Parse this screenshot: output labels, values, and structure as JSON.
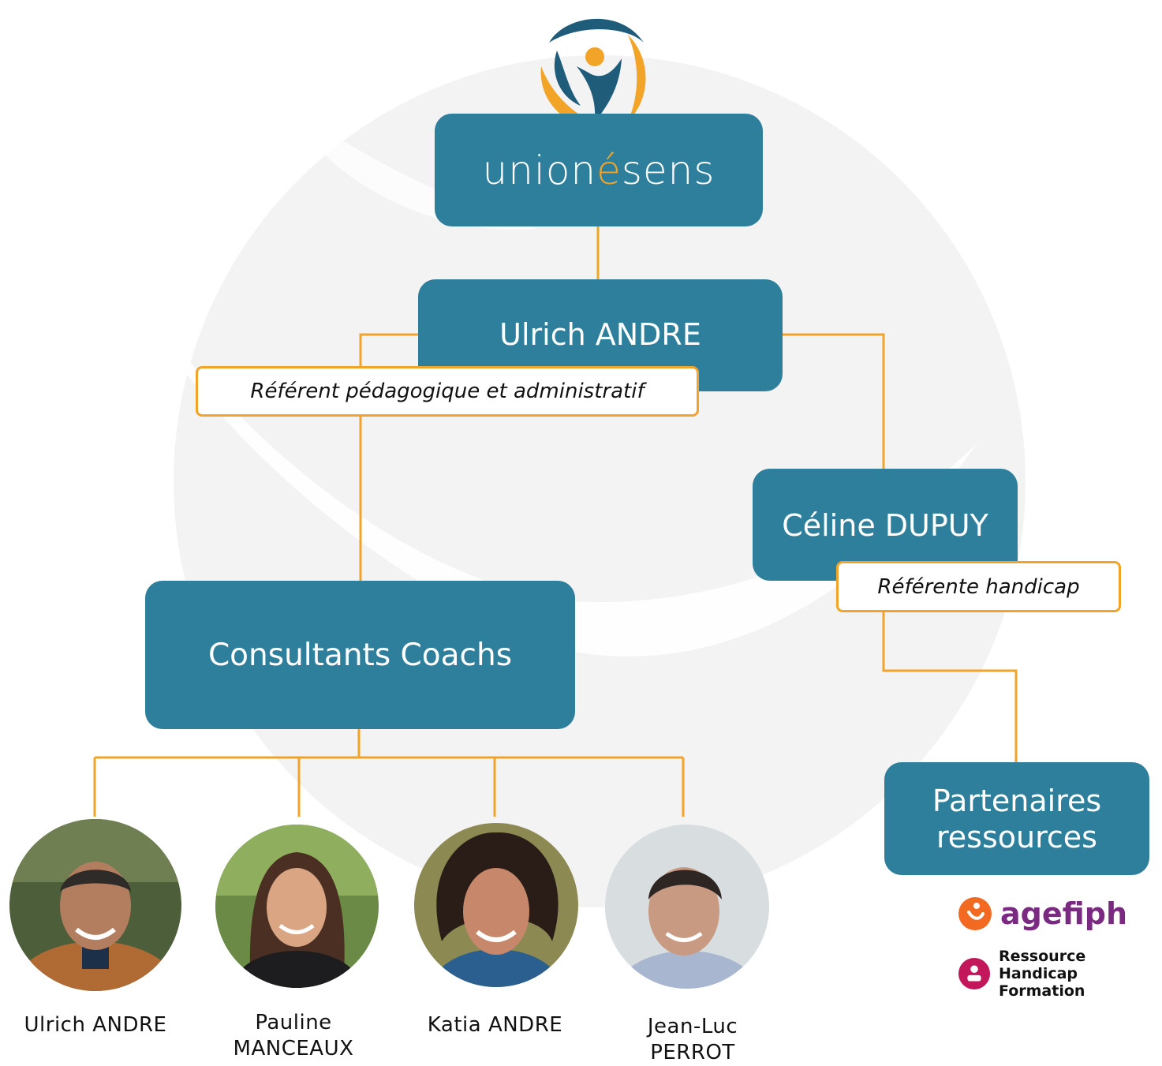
{
  "organization": {
    "brand_prefix": "union",
    "brand_accent": "é",
    "brand_suffix": "sens"
  },
  "director": {
    "name": "Ulrich ANDRE",
    "role": "Référent pédagogique et administratif"
  },
  "disability_referent": {
    "name": "Céline DUPUY",
    "role": "Référente handicap"
  },
  "coaches_group": {
    "label": "Consultants Coachs"
  },
  "partners": {
    "line1": "Partenaires",
    "line2": "ressources",
    "logos": [
      {
        "name": "agefiph",
        "text": "agefiph"
      },
      {
        "name": "ressource-handicap-formation",
        "line1": "Ressource Handicap",
        "line2": "Formation"
      }
    ]
  },
  "coaches": [
    {
      "first": "Ulrich ANDRE",
      "last": ""
    },
    {
      "first": "Pauline",
      "last": "MANCEAUX"
    },
    {
      "first": "Katia ANDRE",
      "last": ""
    },
    {
      "first": "Jean-Luc",
      "last": "PERROT"
    }
  ],
  "colors": {
    "box": "#2e7f9c",
    "connector": "#f2a428",
    "logo_orange": "#f2a428",
    "logo_blue": "#1f5c7a",
    "agefiph": "#7b2a82",
    "rhf": "#c2185b"
  }
}
